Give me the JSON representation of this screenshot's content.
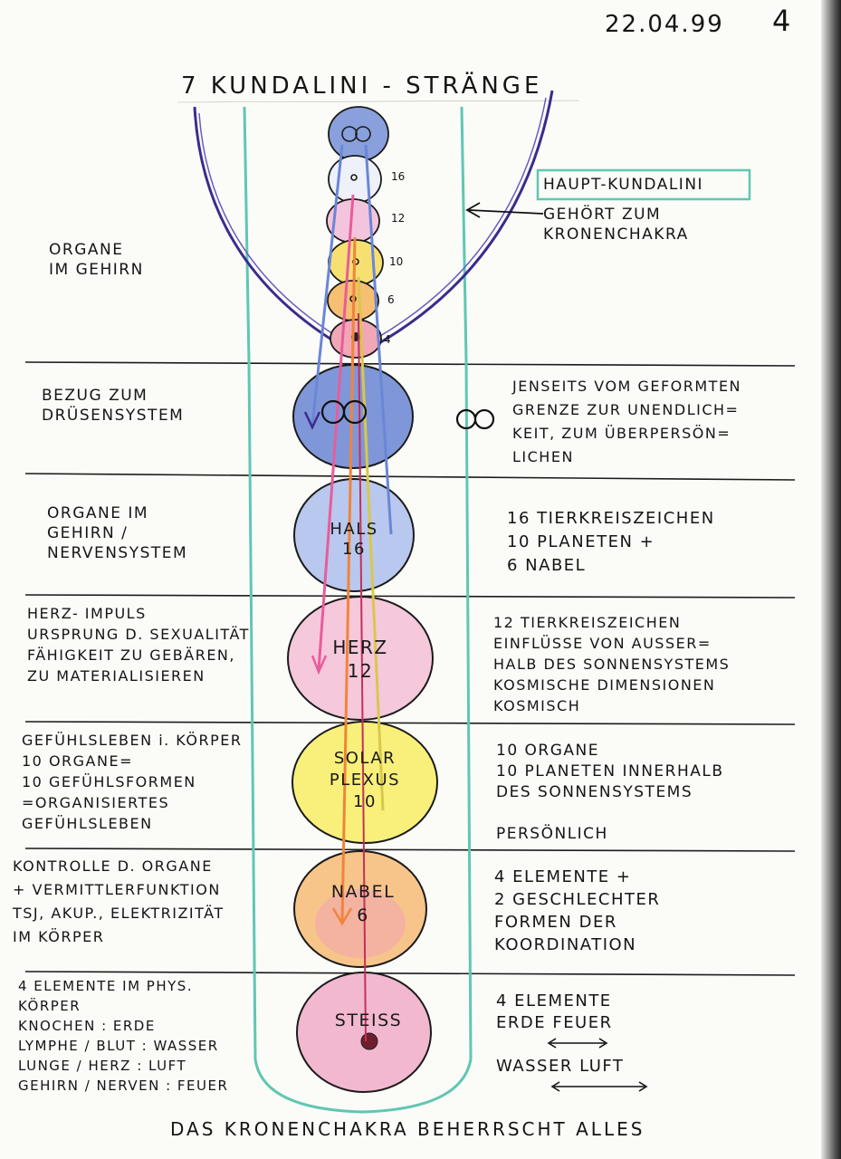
{
  "header": {
    "date": "22.04.99",
    "page_number": "4"
  },
  "title": "7 KUNDALINI - STRÄNGE",
  "head_section": {
    "left_note": "ORGANE\nIM GEHIRN",
    "right_title_boxed": "HAUPT-KUNDALINI",
    "right_note": "GEHÖRT ZUM\nKRONENCHAKRA",
    "small_numbers": [
      "16",
      "12",
      "10",
      "6",
      "4"
    ]
  },
  "rows": [
    {
      "left": "BEZUG ZUM\nDRÜSENSYSTEM",
      "center": "∞∞",
      "right_symbol": "∞",
      "right": "JENSEITS VOM GEFORMTEN\nGRENZE ZUR UNENDLICH=\nKEIT, ZUM ÜBERPERSÖN=\nLICHEN"
    },
    {
      "left": "ORGANE IM\nGEHIRN /\nNERVENSYSTEM",
      "center": "HALS\n16",
      "right": "16 TIERKREISZEICHEN\n10 PLANETEN +\n6 NABEL"
    },
    {
      "left": "HERZ- IMPULS\nURSPRUNG D. SEXUALITÄT\nFÄHIGKEIT ZU GEBÄREN,\nZU MATERIALISIEREN",
      "center": "HERZ\n12",
      "right": "12 TIERKREISZEICHEN\nEINFLÜSSE VON AUSSER=\nHALB DES SONNENSYSTEMS\nKOSMISCHE DIMENSIONEN\nKOSMISCH"
    },
    {
      "left": "GEFÜHLSLEBEN i. KÖRPER\n10 ORGANE=\n10 GEFÜHLSFORMEN\n=ORGANISIERTES\nGEFÜHLSLEBEN",
      "center": "SOLAR\nPLEXUS\n10",
      "right": "10 ORGANE\n10 PLANETEN INNERHALB\nDES SONNENSYSTEMS\n\nPERSÖNLICH"
    },
    {
      "left": "KONTROLLE D. ORGANE\n+ VERMITTLERFUNKTION\nTSJ, AKUP., ELEKTRIZITÄT\nIM KÖRPER",
      "center": "NABEL\n6",
      "right": "4 ELEMENTE +\n2 GESCHLECHTER\nFORMEN DER\nKOORDINATION"
    },
    {
      "left": "4 ELEMENTE IM PHYS.\nKÖRPER\nKNOCHEN : ERDE\nLYMPHE / BLUT : WASSER\nLUNGE / HERZ : LUFT\nGEHIRN / NERVEN : FEUER",
      "center": "STEISS",
      "right": "4 ELEMENTE\nERDE FEUER\n\nWASSER LUFT"
    }
  ],
  "footer": "DAS KRONENCHAKRA BEHERRSCHT ALLES",
  "colors": {
    "ink": "#151515",
    "violet": "#3a2c8c",
    "teal": "#5fc7b2",
    "blue_fill": "#8fa6e0",
    "pink_fill": "#f0b3cf",
    "yellow_fill": "#f8ef7a",
    "orange_fill": "#f7c06a",
    "orange_line": "#f0843a",
    "pink_line": "#e85c9b",
    "yellow_line": "#d8c84a",
    "blue_line": "#6a86d6"
  }
}
